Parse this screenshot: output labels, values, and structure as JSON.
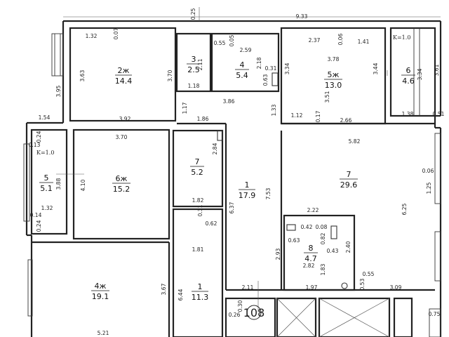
{
  "rooms": [
    {
      "num": "2ж",
      "area": "14.4"
    },
    {
      "num": "3",
      "area": "2.5"
    },
    {
      "num": "4",
      "area": "5.4"
    },
    {
      "num": "5ж",
      "area": "13.0"
    },
    {
      "num": "6",
      "area": "4.6"
    },
    {
      "num": "5",
      "area": "5.1"
    },
    {
      "num": "6ж",
      "area": "15.2"
    },
    {
      "num": "7",
      "area": "5.2"
    },
    {
      "num": "1",
      "area": "17.9"
    },
    {
      "num": "7",
      "area": "29.6"
    },
    {
      "num": "8",
      "area": "4.7"
    },
    {
      "num": "4ж",
      "area": "19.1"
    },
    {
      "num": "1",
      "area": "11.3"
    }
  ],
  "coefficients": [
    "K=1.0",
    "K=1.0"
  ],
  "flat_number": "108",
  "dimensions": {
    "d0": "9.33",
    "d1": "0.25",
    "d2": "1.32",
    "d3": "0.07",
    "d4": "0.55",
    "d5": "0.05",
    "d6": "2.37",
    "d7": "0.06",
    "d8": "1.41",
    "d9": "3.78",
    "d10": "3.61",
    "d11": "3.63",
    "d12": "3.70",
    "d13": "2.11",
    "d14": "2.59",
    "d15": "2.18",
    "d16": "0.31",
    "d17": "3.34",
    "d18": "3.44",
    "d19": "3.34",
    "d20": "3.51",
    "d21": "3.95",
    "d22": "1.18",
    "d23": "0.63",
    "d24": "1.17",
    "d25": "3.86",
    "d26": "1.33",
    "d27": "3.92",
    "d28": "1.86",
    "d29": "1.12",
    "d30": "0.17",
    "d31": "2.66",
    "d32": "1.38",
    "d33": "0.51",
    "d34": "1.54",
    "d35": "0.24",
    "d36": "0.13",
    "d37": "3.70",
    "d38": "5.82",
    "d39": "2.84",
    "d40": "3.88",
    "d41": "4.10",
    "d42": "0.06",
    "d43": "7.53",
    "d44": "1.25",
    "d45": "6.37",
    "d46": "1.32",
    "d47": "1.82",
    "d48": "6.25",
    "d49": "0.31",
    "d50": "2.22",
    "d51": "0.14",
    "d52": "0.24",
    "d53": "0.62",
    "d54": "0.42",
    "d55": "0.08",
    "d56": "0.82",
    "d57": "0.63",
    "d58": "2.40",
    "d59": "1.81",
    "d60": "0.43",
    "d61": "2.93",
    "d62": "2.82",
    "d63": "1.83",
    "d64": "0.55",
    "d65": "3.67",
    "d66": "6.44",
    "d67": "0.53",
    "d68": "2.11",
    "d69": "1.97",
    "d70": "3.09",
    "d71": "0.30",
    "d72": "0.26",
    "d73": "0.75",
    "d74": "5.21"
  }
}
